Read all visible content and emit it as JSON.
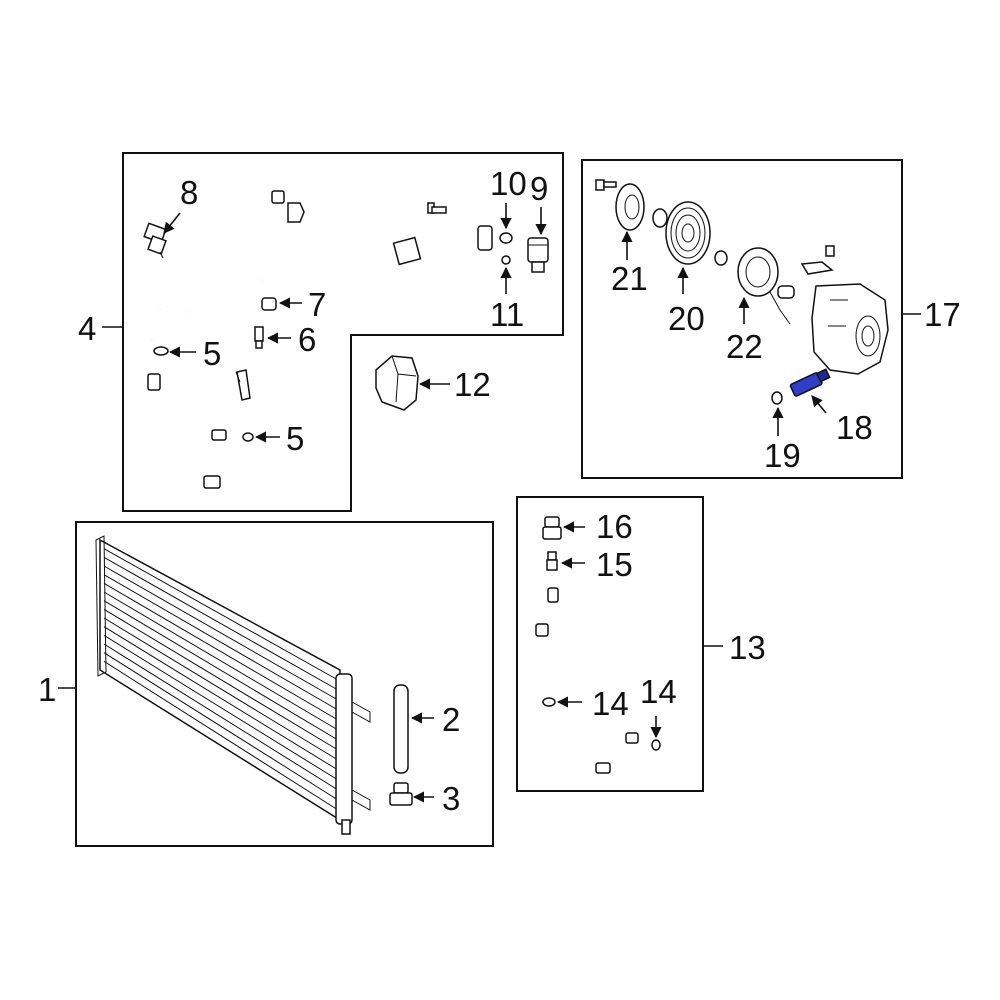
{
  "highlight_color": "#2f3fc8",
  "highlighted_part": "18",
  "callouts": {
    "c1": "1",
    "c2": "2",
    "c3": "3",
    "c4": "4",
    "c5a": "5",
    "c5b": "5",
    "c6": "6",
    "c7": "7",
    "c8": "8",
    "c9": "9",
    "c10": "10",
    "c11": "11",
    "c12": "12",
    "c13": "13",
    "c14a": "14",
    "c14b": "14",
    "c15": "15",
    "c16": "16",
    "c17": "17",
    "c18": "18",
    "c19": "19",
    "c20": "20",
    "c21": "21",
    "c22": "22"
  }
}
